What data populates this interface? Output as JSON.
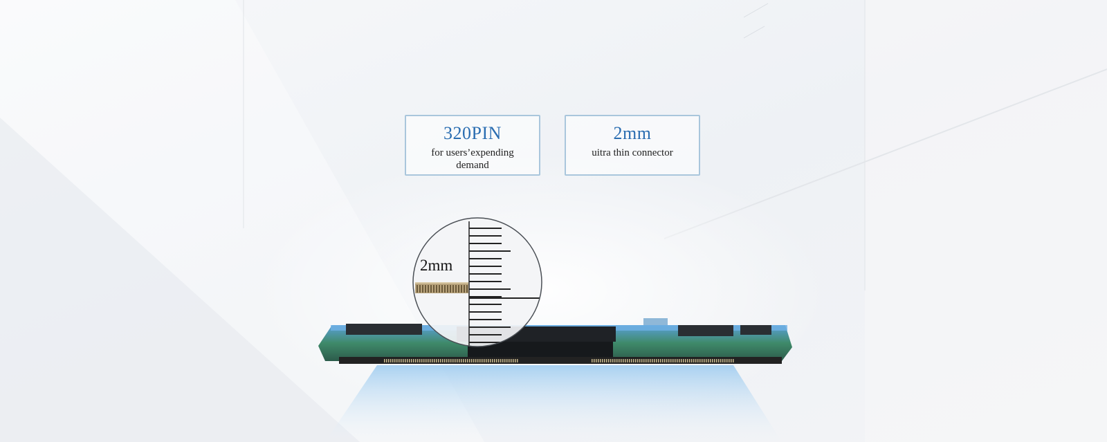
{
  "features": [
    {
      "title": "320PIN",
      "subtitle": "for users’expending demand"
    },
    {
      "title": "2mm",
      "subtitle": "uitra thin connector"
    }
  ],
  "magnifier": {
    "label": "2mm"
  },
  "colors": {
    "accent": "#2a6db1",
    "card_border": "#a9c6dc",
    "board_green": "#3f8a6a",
    "board_blue": "#5aa0d8"
  }
}
